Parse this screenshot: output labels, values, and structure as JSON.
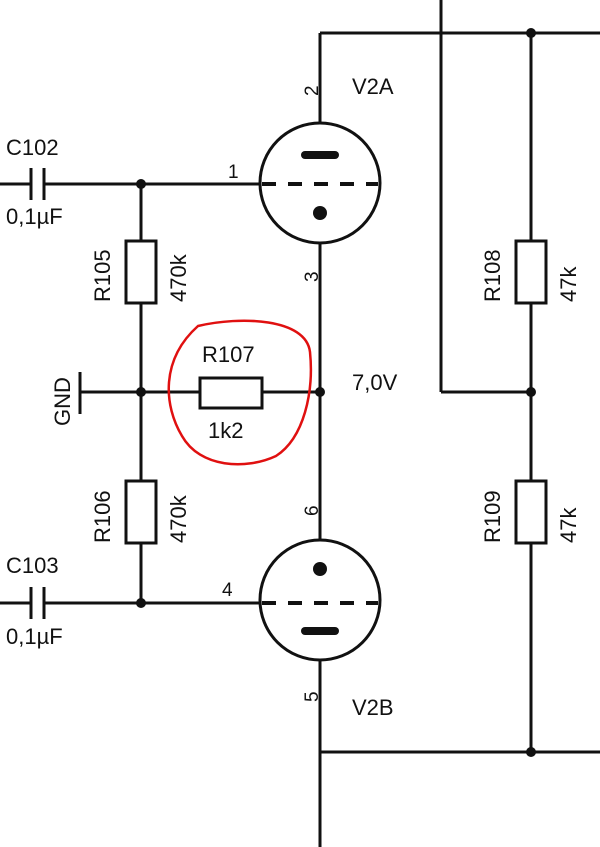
{
  "components": {
    "c102": {
      "ref": "C102",
      "value": "0,1µF"
    },
    "c103": {
      "ref": "C103",
      "value": "0,1µF"
    },
    "r105": {
      "ref": "R105",
      "value": "470k"
    },
    "r106": {
      "ref": "R106",
      "value": "470k"
    },
    "r107": {
      "ref": "R107",
      "value": "1k2"
    },
    "r108": {
      "ref": "R108",
      "value": "47k"
    },
    "r109": {
      "ref": "R109",
      "value": "47k"
    },
    "v2a": {
      "ref": "V2A"
    },
    "v2b": {
      "ref": "V2B"
    }
  },
  "pins": {
    "v2a_plate": "2",
    "v2a_grid": "1",
    "v2a_cathode": "3",
    "v2b_cathode": "6",
    "v2b_grid": "4",
    "v2b_plate": "5"
  },
  "nets": {
    "gnd": "GND",
    "cathode_voltage": "7,0V"
  },
  "colors": {
    "wire": "#111111",
    "highlight": "#e01010"
  }
}
